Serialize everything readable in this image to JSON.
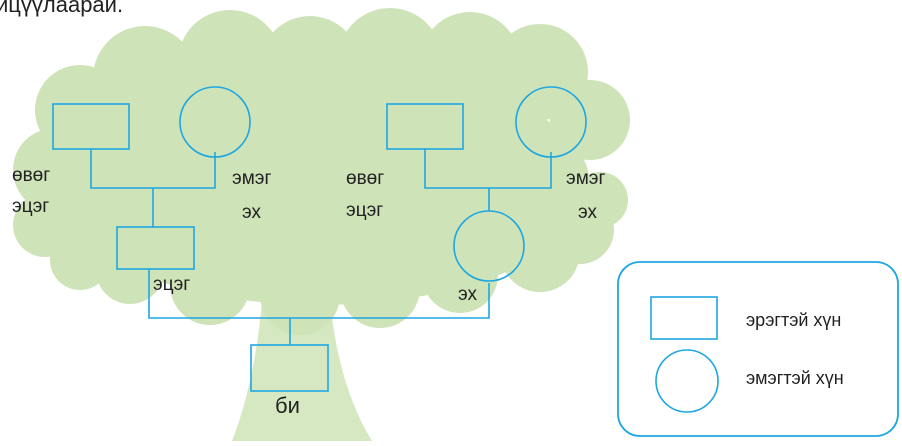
{
  "header_text": "ицүүлаарай.",
  "colors": {
    "tree_foliage": "#cfe3b8",
    "tree_trunk": "#d6e8c2",
    "line": "#1ea7e1",
    "text": "#222222"
  },
  "tree": {
    "paternal": {
      "grandfather_line1": "өвөг",
      "grandfather_line2": "эцэг",
      "grandmother_line1": "эмэг",
      "grandmother_line2": "эх",
      "parent": "эцэг"
    },
    "maternal": {
      "grandfather_line1": "өвөг",
      "grandfather_line2": "эцэг",
      "grandmother_line1": "эмэг",
      "grandmother_line2": "эх",
      "parent": "эх"
    },
    "self": "би"
  },
  "legend": {
    "male_label": "эрэгтэй хүн",
    "female_label": "эмэгтэй хүн"
  }
}
